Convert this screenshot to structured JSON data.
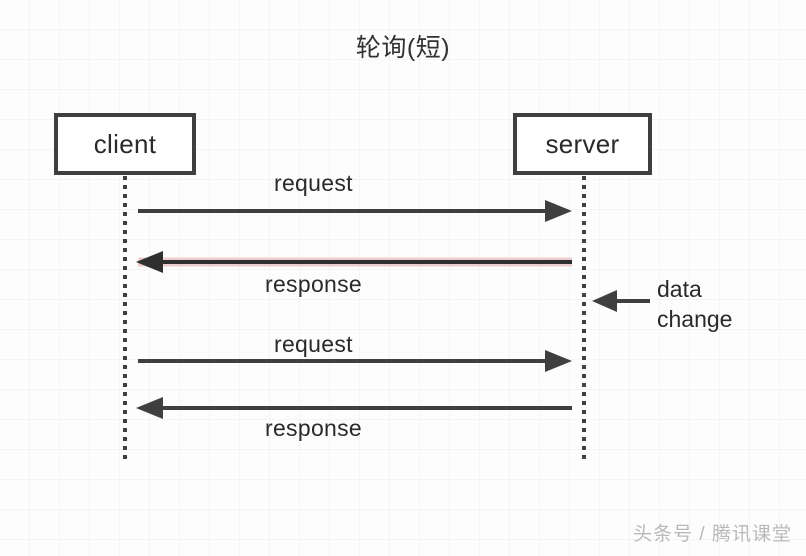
{
  "diagram": {
    "title": "轮询(短)",
    "type": "sequence-diagram",
    "participants": [
      {
        "id": "client",
        "label": "client"
      },
      {
        "id": "server",
        "label": "server"
      }
    ],
    "messages": [
      {
        "label": "request",
        "direction": "client-to-server",
        "highlight": false
      },
      {
        "label": "response",
        "direction": "server-to-client",
        "highlight": true
      },
      {
        "label": "request",
        "direction": "client-to-server",
        "highlight": false
      },
      {
        "label": "response",
        "direction": "server-to-client",
        "highlight": false
      }
    ],
    "annotations": [
      {
        "id": "data-change",
        "line1": "data",
        "line2": "change",
        "target": "server",
        "arrow": "left"
      }
    ],
    "colors": {
      "stroke": "#3f3f3f",
      "highlight": "#e8b7b7",
      "text": "#2c2a28",
      "grid": "#f0f0f0",
      "background": "#fdfdfd"
    }
  },
  "watermark": {
    "text": "头条号 / 腾讯课堂"
  }
}
